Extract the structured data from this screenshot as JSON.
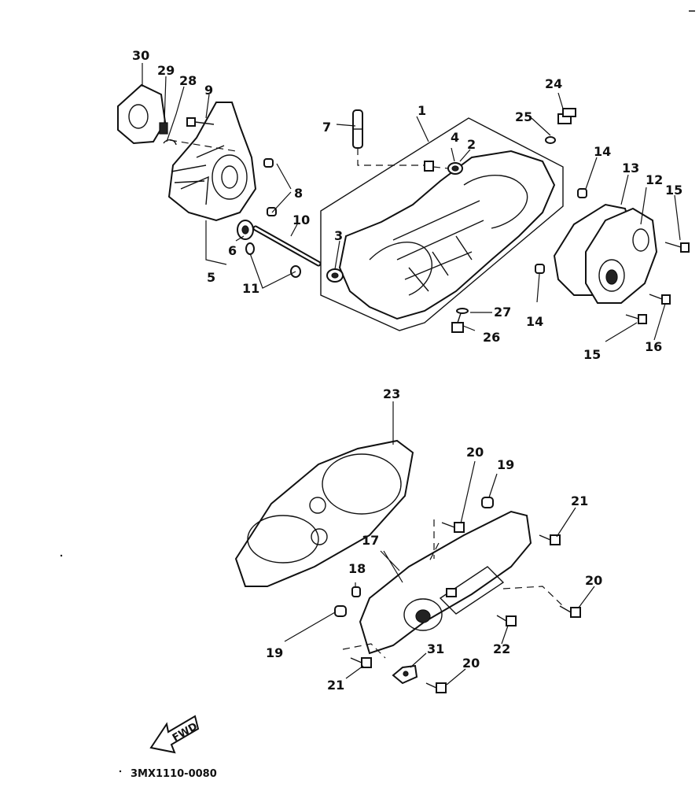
{
  "labels": [
    "1",
    "2",
    "3",
    "4",
    "5",
    "6",
    "7",
    "8",
    "9",
    "10",
    "11",
    "12",
    "13",
    "14",
    "14",
    "15",
    "15",
    "16",
    "17",
    "18",
    "19",
    "19",
    "20",
    "20",
    "20",
    "21",
    "21",
    "22",
    "23",
    "24",
    "25",
    "26",
    "27",
    "28",
    "29",
    "30",
    "31"
  ],
  "fwd_text": "FWD",
  "drawing_code": "3MX1110-0080"
}
